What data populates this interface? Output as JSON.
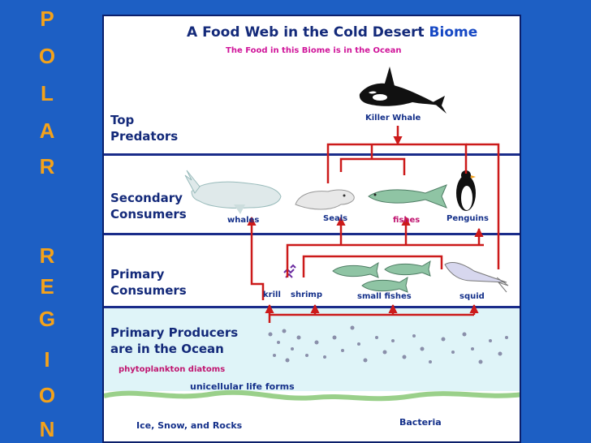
{
  "side_title": [
    "P",
    "O",
    "L",
    "A",
    "R",
    "R",
    "E",
    "G",
    "I",
    "O",
    "N"
  ],
  "title": {
    "main": "A Food Web in the Cold Desert",
    "accent": "Biome"
  },
  "subtitle": "The Food in this Biome is in the Ocean",
  "tiers": {
    "top_predators": [
      "Top",
      "Predators"
    ],
    "secondary_consumers": [
      "Secondary",
      "Consumers"
    ],
    "primary_consumers": [
      "Primary",
      "Consumers"
    ],
    "primary_producers": [
      "Primary Producers",
      "are in the Ocean"
    ]
  },
  "organisms": {
    "killer_whale": "Killer Whale",
    "whales": "whales",
    "seals": "Seals",
    "fishes": "fishes",
    "penguins": "Penguins",
    "krill": "krill",
    "shrimp": "shrimp",
    "small_fishes": "small fishes",
    "squid": "squid"
  },
  "producers": {
    "phytoplankton": "phytoplankton diatoms",
    "unicellular": "unicellular life forms",
    "ice": "Ice, Snow, and Rocks",
    "bacteria": "Bacteria"
  },
  "colors": {
    "background": "#1d5fc4",
    "side_title": "#f4a21a",
    "arrow": "#cc1a1a",
    "ocean": "#dff4f8",
    "tier_text": "#142a7a"
  }
}
